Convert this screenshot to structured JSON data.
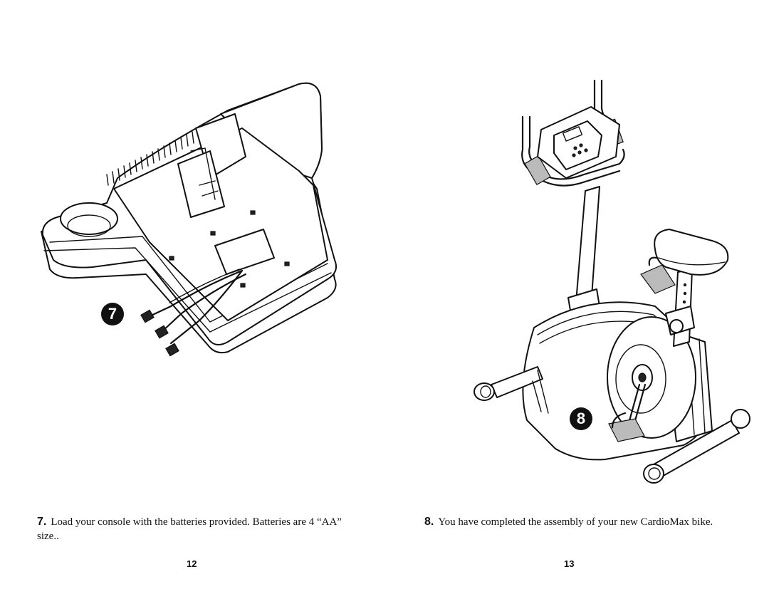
{
  "steps": [
    {
      "number": "7.",
      "text": "Load your console with the batteries provided. Batteries are 4 “AA” size.."
    },
    {
      "number": "8.",
      "text": "You have completed the assembly of your new CardioMax bike."
    }
  ],
  "badges": {
    "left": "7",
    "right": "8"
  },
  "page_numbers": {
    "left": "12",
    "right": "13"
  },
  "illustrations": {
    "left": "console-battery-illustration",
    "right": "exercise-bike-illustration"
  }
}
